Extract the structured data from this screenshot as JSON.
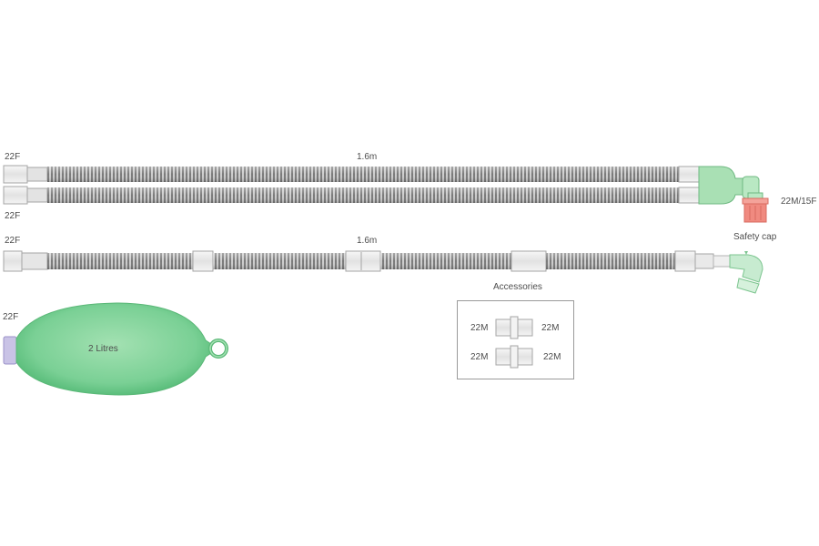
{
  "circuit1": {
    "left_top_label": "22F",
    "left_bottom_label": "22F",
    "length_label": "1.6m",
    "connector_label": "22M/15F"
  },
  "circuit2": {
    "left_label": "22F",
    "length_label": "1.6m",
    "cap_label": "Safety cap"
  },
  "bag": {
    "connector_label": "22F",
    "volume_label": "2 Litres"
  },
  "accessories": {
    "title": "Accessories",
    "items": [
      {
        "left": "22M",
        "right": "22M"
      },
      {
        "left": "22M",
        "right": "22M"
      }
    ]
  },
  "colors": {
    "tube_dark": "#7c7c7c",
    "tube_light": "#c9c9c9",
    "cuff": "#ececec",
    "connector_green": "#a9e0b4",
    "cap_red": "#f08a80",
    "bag_green": "#6cc98a",
    "bag_neck": "#c9c3e6"
  }
}
